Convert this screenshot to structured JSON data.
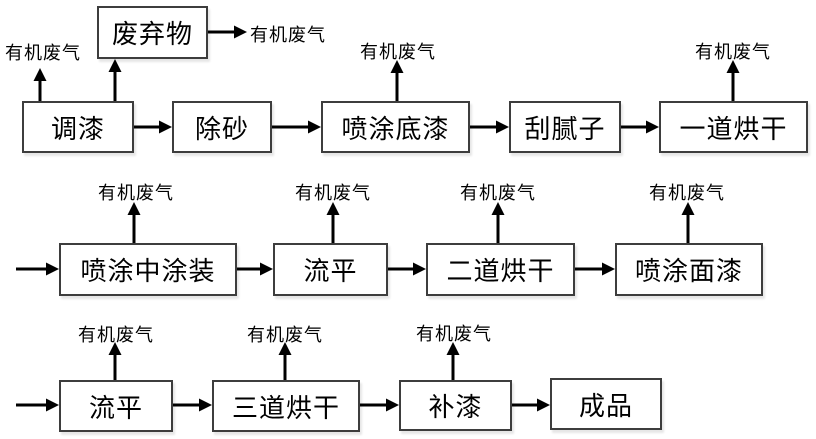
{
  "diagram": {
    "emission_label": "有机废气",
    "nodes": {
      "waste": "废弃物",
      "row1": [
        "调漆",
        "除砂",
        "喷涂底漆",
        "刮腻子",
        "一道烘干"
      ],
      "row2": [
        "喷涂中涂装",
        "流平",
        "二道烘干",
        "喷涂面漆"
      ],
      "row3": [
        "流平",
        "三道烘干",
        "补漆",
        "成品"
      ]
    },
    "colors": {
      "background": "#ffffff",
      "line": "#000000",
      "box_border": "#3d3d3d",
      "text": "#000000"
    }
  }
}
